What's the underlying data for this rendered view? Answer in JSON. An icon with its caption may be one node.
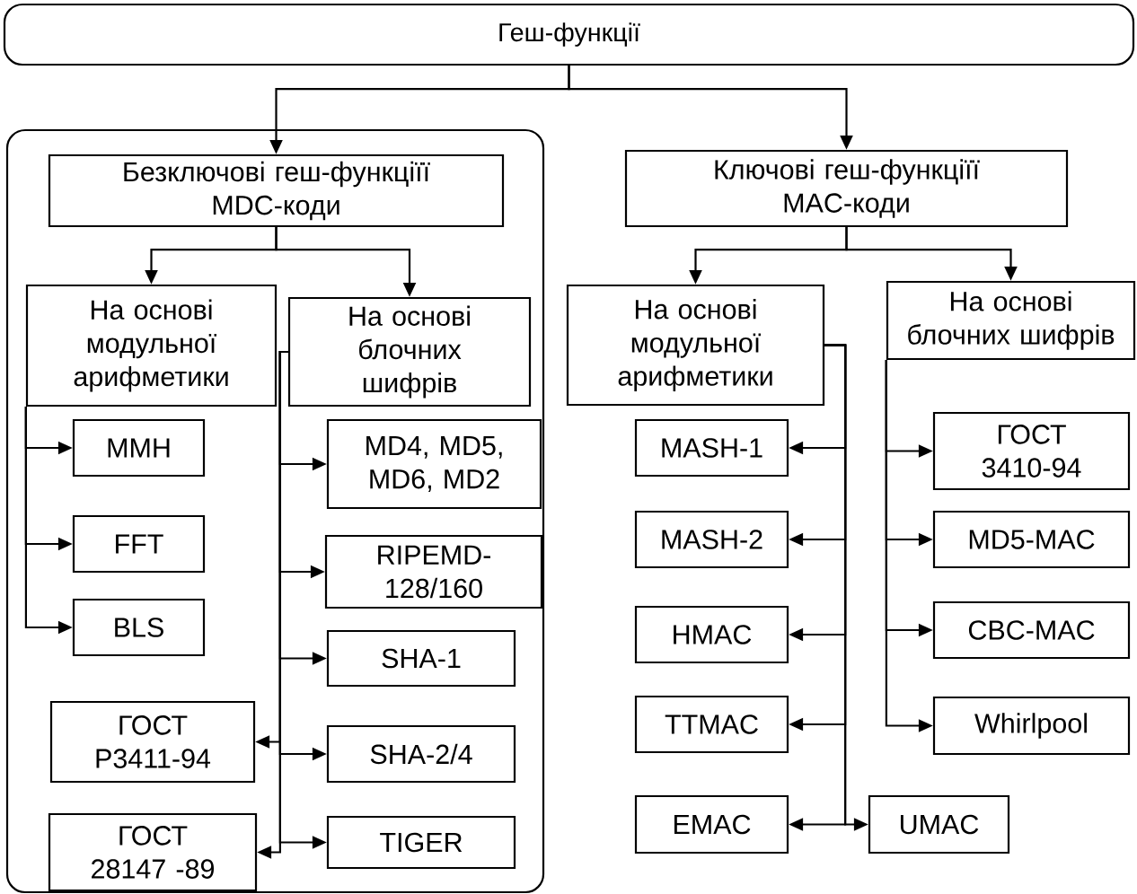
{
  "diagram": {
    "nodes": [
      {
        "text": [
          "Геш-функції"
        ]
      },
      {
        "text": [],
        "shape": "box"
      },
      {
        "text": [
          "Безключові геш-функціїї",
          "MDC-коди"
        ],
        "in": 1
      },
      {
        "text": [
          "На основі модульної арифметики"
        ],
        "in": 1
      },
      {
        "text": [
          "На основі блочних шифрів"
        ],
        "in": 1
      },
      {
        "text": [
          "MMH"
        ],
        "in": 1
      },
      {
        "text": [
          "MD4, MD5, MD6, MD2"
        ],
        "in": 1
      },
      {
        "text": [
          "FFT"
        ],
        "in": 1
      },
      {
        "text": [
          "RIPEMD-128/160"
        ],
        "in": 1
      },
      {
        "text": [
          "BLS"
        ],
        "in": 1
      },
      {
        "text": [
          "SHA-1"
        ],
        "in": 1
      },
      {
        "text": [
          "ГОСТ Р3411-94"
        ],
        "in": 1
      },
      {
        "text": [
          "SHA-2/4"
        ],
        "in": 1
      },
      {
        "text": [
          "ГОСТ 28147 -89"
        ],
        "in": 1
      },
      {
        "text": [
          "TIGER"
        ],
        "in": 1
      },
      {
        "text": [
          "Ключові геш-функціїї",
          "MAC-коди"
        ]
      },
      {
        "text": [
          "На основі модульної арифметики"
        ]
      },
      {
        "text": [
          "На основі блочних шифрів"
        ]
      },
      {
        "text": [
          "MASH-1"
        ]
      },
      {
        "text": [
          "ГОСТ 3410-94"
        ]
      },
      {
        "text": [
          "MASH-2"
        ]
      },
      {
        "text": [
          "MD5-MAC"
        ]
      },
      {
        "text": [
          "HMAC"
        ]
      },
      {
        "text": [
          "CBC-MAC"
        ]
      },
      {
        "text": [
          "TTMAC"
        ]
      },
      {
        "text": [
          "Whirlpool"
        ]
      },
      {
        "text": [
          "EMAC"
        ]
      },
      {
        "text": [
          "UMAC"
        ]
      }
    ],
    "edges": [
      {
        "from": 0,
        "to": 2,
        "arrow": "to"
      },
      {
        "from": 0,
        "to": 15,
        "arrow": "to"
      },
      {
        "from": 2,
        "to": 3,
        "arrow": "to"
      },
      {
        "from": 2,
        "to": 4,
        "arrow": "to"
      },
      {
        "from": 3,
        "to": 5,
        "arrow": "to"
      },
      {
        "from": 3,
        "to": 7,
        "arrow": "to"
      },
      {
        "from": 3,
        "to": 9,
        "arrow": "to"
      },
      {
        "from": 4,
        "to": 6,
        "arrow": "to"
      },
      {
        "from": 4,
        "to": 8,
        "arrow": "to"
      },
      {
        "from": 4,
        "to": 10,
        "arrow": "to"
      },
      {
        "from": 4,
        "to": 11,
        "arrow": "to"
      },
      {
        "from": 4,
        "to": 12,
        "arrow": "to"
      },
      {
        "from": 4,
        "to": 13,
        "arrow": "to"
      },
      {
        "from": 4,
        "to": 14,
        "arrow": "to"
      },
      {
        "from": 15,
        "to": 16,
        "arrow": "to"
      },
      {
        "from": 15,
        "to": 17,
        "arrow": "to"
      },
      {
        "from": 16,
        "to": 18,
        "arrow": "to"
      },
      {
        "from": 16,
        "to": 20,
        "arrow": "to"
      },
      {
        "from": 16,
        "to": 22,
        "arrow": "to"
      },
      {
        "from": 16,
        "to": 24,
        "arrow": "to"
      },
      {
        "from": 16,
        "to": 26,
        "arrow": "to"
      },
      {
        "from": 16,
        "to": 27,
        "arrow": "to"
      },
      {
        "from": 17,
        "to": 19,
        "arrow": "to"
      },
      {
        "from": 17,
        "to": 21,
        "arrow": "to"
      },
      {
        "from": 17,
        "to": 23,
        "arrow": "to"
      },
      {
        "from": 17,
        "to": 25,
        "arrow": "to"
      }
    ]
  }
}
